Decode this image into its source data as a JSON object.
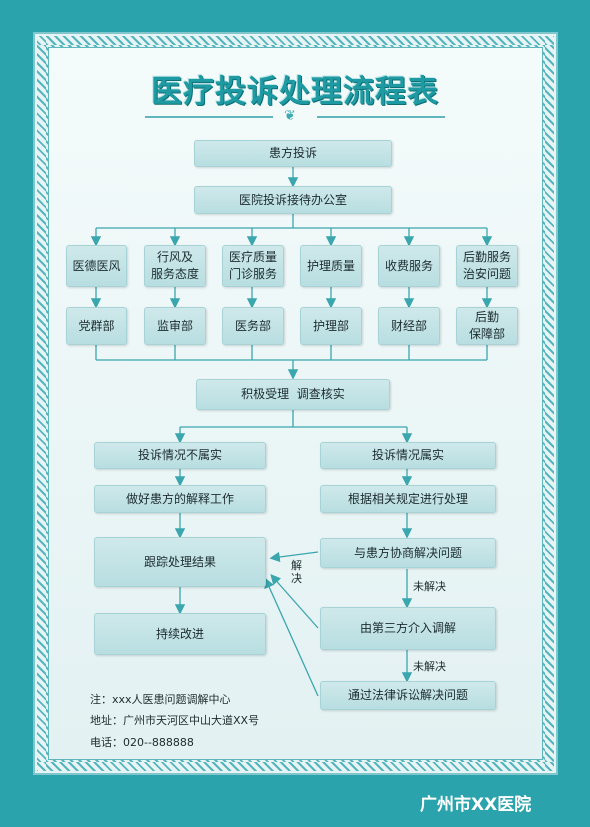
{
  "title": "医疗投诉处理流程表",
  "flow": {
    "start": "患方投诉",
    "office": "医院投诉接待办公室",
    "categories": [
      "医德医风",
      "行风及\n服务态度",
      "医疗质量\n门诊服务",
      "护理质量",
      "收费服务",
      "后勤服务\n治安问题"
    ],
    "departments": [
      "党群部",
      "监审部",
      "医务部",
      "护理部",
      "财经部",
      "后勤\n保障部"
    ],
    "accept": "积极受理  调查核实",
    "left": {
      "not_true": "投诉情况不属实",
      "explain": "做好患方的解释工作",
      "track": "跟踪处理结果",
      "improve": "持续改进"
    },
    "right": {
      "true": "投诉情况属实",
      "handle": "根据相关规定进行处理",
      "negotiate": "与患方协商解决问题",
      "third_party": "由第三方介入调解",
      "legal": "通过法律诉讼解决问题"
    },
    "labels": {
      "resolved": "解\n决",
      "unresolved_1": "未解决",
      "unresolved_2": "未解决"
    }
  },
  "contact": {
    "note": "注：xxx人医患问题调解中心",
    "address": "地址：广州市天河区中山大道XX号",
    "phone": "电话：020--888888"
  },
  "footer": "广州市XX医院"
}
